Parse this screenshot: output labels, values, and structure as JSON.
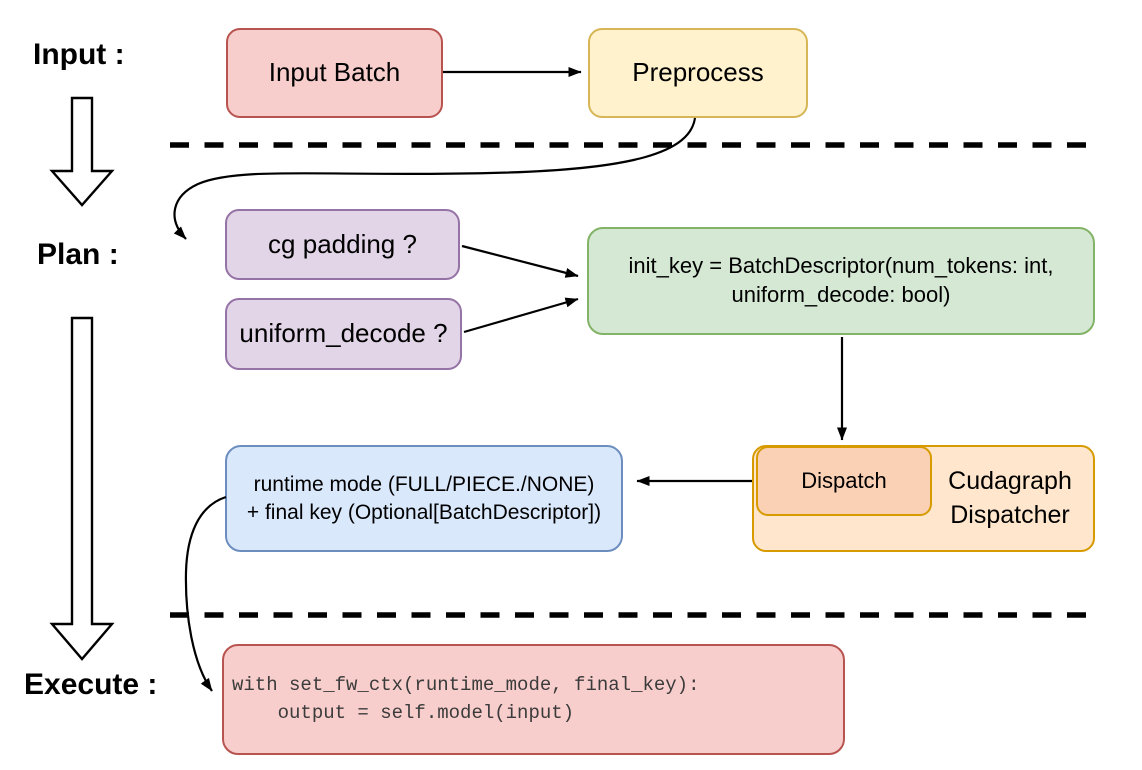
{
  "phases": {
    "input_label": "Input :",
    "plan_label": "Plan :",
    "execute_label": "Execute :"
  },
  "nodes": {
    "input_batch": {
      "label": "Input Batch",
      "fill": "#F8CECC",
      "stroke": "#B85450"
    },
    "preprocess": {
      "label": "Preprocess",
      "fill": "#FFF2CC",
      "stroke": "#D6B656"
    },
    "cg_padding": {
      "label": "cg padding ?",
      "fill": "#E1D5E7",
      "stroke": "#9673A6"
    },
    "uniform_decode": {
      "label": "uniform_decode ?",
      "fill": "#E1D5E7",
      "stroke": "#9673A6"
    },
    "init_key": {
      "line1": "init_key = BatchDescriptor(num_tokens: int,",
      "line2": "uniform_decode: bool)",
      "fill": "#D5E8D4",
      "stroke": "#82B366"
    },
    "dispatch": {
      "label": "Dispatch",
      "fill": "#FAD1B5",
      "stroke": "#D79B00"
    },
    "cudagraph_dispatcher": {
      "line1": "Cudagraph",
      "line2": "Dispatcher",
      "fill": "#FFE6CC",
      "stroke": "#D79B00"
    },
    "runtime_mode": {
      "line1": "runtime mode (FULL/PIECE./NONE)",
      "line2": "+ final key (Optional[BatchDescriptor])",
      "fill": "#DAE8FC",
      "stroke": "#6C8EBF"
    },
    "execute_code": {
      "line1": "with set_fw_ctx(runtime_mode, final_key):",
      "line2": "    output = self.model(input)",
      "fill": "#F8CECC",
      "stroke": "#B85450"
    }
  },
  "connector_color": "#000000"
}
